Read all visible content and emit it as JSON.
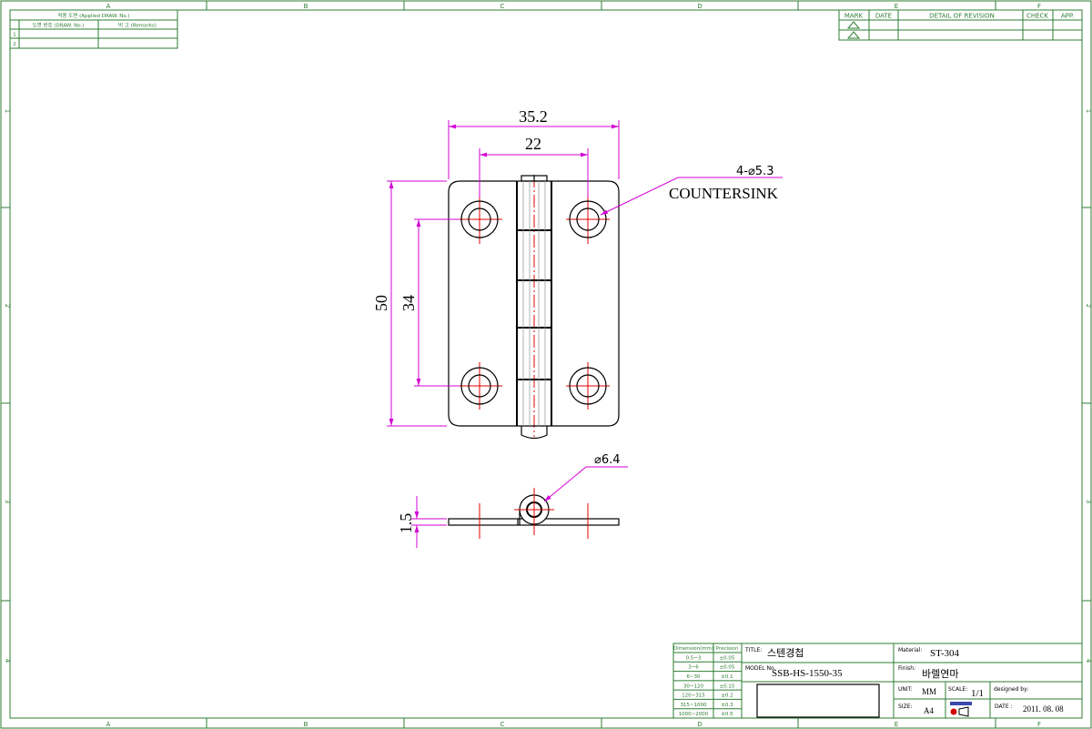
{
  "border": {
    "col_letters": [
      "A",
      "B",
      "C",
      "D",
      "E",
      "F"
    ],
    "row_numbers": [
      "1",
      "2",
      "3",
      "4"
    ]
  },
  "applied_table": {
    "header": "적용 도면 (Applied DRAW. No.)",
    "col1": "도면 번호 (DRAW. No.)",
    "col2": "비 고 (Remarks)",
    "rows": [
      "1",
      "2"
    ]
  },
  "revision_table": {
    "headers": [
      "MARK",
      "DATE",
      "DETAIL OF REVISION",
      "CHECK",
      "APP."
    ]
  },
  "dimensions": {
    "overall_width": "35.2",
    "hole_spacing_x": "22",
    "overall_height": "50",
    "hole_spacing_y": "34",
    "hole_callout": "4-⌀5.3",
    "hole_note": "COUNTERSINK",
    "pin_dia": "⌀6.4",
    "thickness": "1.5"
  },
  "tolerance_table": {
    "headers": [
      "Dimension(mm)",
      "Precision"
    ],
    "rows": [
      [
        "0.5~3",
        "±0.05"
      ],
      [
        "3~6",
        "±0.05"
      ],
      [
        "6~30",
        "±0.1"
      ],
      [
        "30~120",
        "±0.15"
      ],
      [
        "120~315",
        "±0.2"
      ],
      [
        "315~1000",
        "±0.3"
      ],
      [
        "1000~2000",
        "±0.5"
      ]
    ]
  },
  "title_block": {
    "title_label": "TITLE:",
    "title": "스텐경첩",
    "model_label": "MODEL No.",
    "model": "SSB-HS-1550-35",
    "material_label": "Material:",
    "material": "ST-304",
    "finish_label": "Finish:",
    "finish": "바렐연마",
    "unit_label": "UNIT:",
    "unit": "MM",
    "scale_label": "SCALE:",
    "scale": "1/1",
    "designed_label": "designed by:",
    "size_label": "SIZE:",
    "size": "A4",
    "date_label": "DATE :",
    "date": "2011. 08. 08"
  },
  "colors": {
    "frame": "#2e7d32",
    "dimension": "#d400d4",
    "centerline": "#e00000",
    "part": "#000000"
  }
}
